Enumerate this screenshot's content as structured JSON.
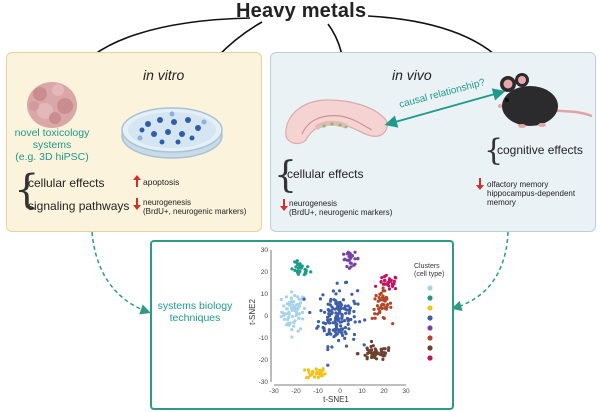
{
  "title": "Heavy metals",
  "in_vitro": {
    "heading": "in vitro",
    "model_label_1": "novel toxicology",
    "model_label_2": "systems",
    "model_label_3": "(e.g. 3D hiPSC)",
    "cellular_effects": "cellular effects",
    "signaling_pathways": "signaling pathways",
    "apoptosis": "apoptosis",
    "neurogenesis_1": "neurogenesis",
    "neurogenesis_2": "(BrdU+, neurogenic markers)"
  },
  "in_vivo": {
    "heading": "in vivo",
    "causal": "causal relationship?",
    "cellular_effects": "cellular effects",
    "neurogenesis_1": "neurogenesis",
    "neurogenesis_2": "(BrdU+, neurogenic markers)",
    "cognitive_effects": "cognitive effects",
    "memory_1": "olfactory memory",
    "memory_2": "hippocampus-dependent memory"
  },
  "systems": {
    "label_1": "systems biology",
    "label_2": "techniques"
  },
  "colors": {
    "accent_teal": "#1f9a8a",
    "arrow_red": "#d0302b"
  },
  "chart_data": {
    "type": "scatter",
    "xlabel": "t-SNE1",
    "ylabel": "t-SNE2",
    "xlim": [
      -30,
      30
    ],
    "ylim": [
      -30,
      30
    ],
    "xticks": [
      -30,
      -20,
      -10,
      0,
      10,
      20,
      30
    ],
    "yticks": [
      30,
      20,
      10,
      0,
      -10,
      -20,
      -30
    ],
    "grid": false,
    "legend_title_1": "Clusters",
    "legend_title_2": "(cell type)",
    "legend_position": "right",
    "series": [
      {
        "color": "#a7d3ea",
        "center": [
          -21,
          2
        ],
        "spread": [
          5,
          8
        ],
        "count": 70
      },
      {
        "color": "#1f9a8a",
        "center": [
          -18,
          21
        ],
        "spread": [
          4,
          3
        ],
        "count": 30
      },
      {
        "color": "#f2c21a",
        "center": [
          -11,
          -26
        ],
        "spread": [
          4,
          2.5
        ],
        "count": 28
      },
      {
        "color": "#3f5ea8",
        "center": [
          -1,
          0
        ],
        "spread": [
          8,
          12
        ],
        "count": 150
      },
      {
        "color": "#7b3fa5",
        "center": [
          5,
          26
        ],
        "spread": [
          3.5,
          3
        ],
        "count": 25
      },
      {
        "color": "#b0472b",
        "center": [
          19,
          5
        ],
        "spread": [
          4,
          6
        ],
        "count": 45
      },
      {
        "color": "#6e4030",
        "center": [
          16,
          -17
        ],
        "spread": [
          7,
          3
        ],
        "count": 55
      },
      {
        "color": "#c4135e",
        "center": [
          22,
          15
        ],
        "spread": [
          4,
          3
        ],
        "count": 28
      }
    ]
  }
}
